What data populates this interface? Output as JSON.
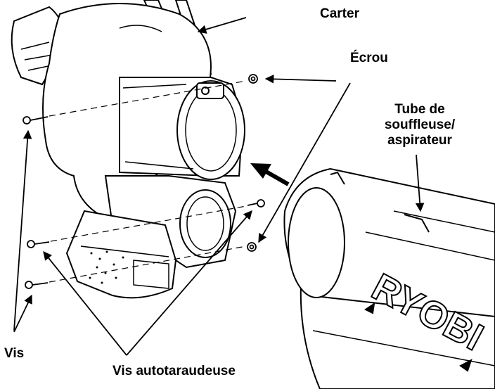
{
  "labels": {
    "carter": "Carter",
    "ecrou": "Écrou",
    "tube_line1": "Tube de",
    "tube_line2": "souffleuse/",
    "tube_line3": "aspirateur",
    "vis": "Vis",
    "vis_autotaraudeuse": "Vis autotaraudeuse"
  },
  "logo_text": "RYOBI",
  "colors": {
    "ink": "#000000",
    "paper": "#ffffff",
    "shade": "#d9d9d9"
  }
}
